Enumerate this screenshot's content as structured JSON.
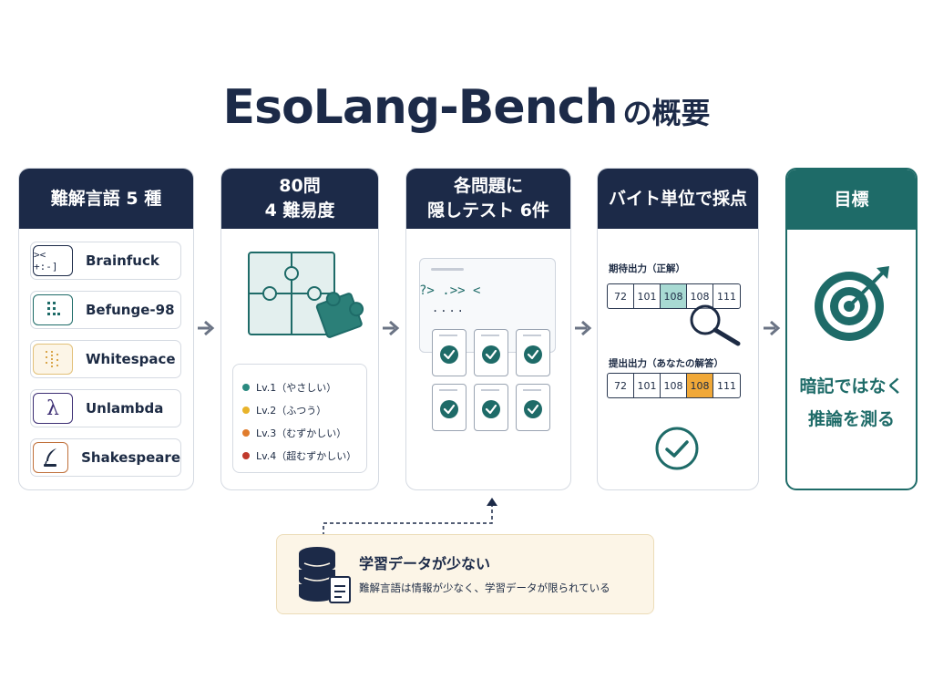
{
  "title": {
    "main": "EsoLang-Bench",
    "suffix": "の概要"
  },
  "card1": {
    "header": "難解言語 5 種",
    "languages": [
      {
        "name": "Brainfuck",
        "icon_text": ">< +:-]",
        "color": "#1c2a48"
      },
      {
        "name": "Befunge-98",
        "icon_text": "",
        "color": "#1e6b68"
      },
      {
        "name": "Whitespace",
        "icon_text": "",
        "color": "#d9a54a"
      },
      {
        "name": "Unlambda",
        "icon_text": "λ",
        "color": "#3d2f74"
      },
      {
        "name": "Shakespeare",
        "icon_text": "",
        "color": "#c0703a"
      }
    ]
  },
  "card2": {
    "header_line1": "80問",
    "header_line2": "4 難易度",
    "levels": [
      {
        "label": "Lv.1（やさしい）",
        "color": "#2a8a80"
      },
      {
        "label": "Lv.2（ふつう）",
        "color": "#e8b32a"
      },
      {
        "label": "Lv.3（むずかしい）",
        "color": "#e07c2c"
      },
      {
        "label": "Lv.4（超むずかしい）",
        "color": "#c0392b"
      }
    ]
  },
  "card3": {
    "header_line1": "各問題に",
    "header_line2": "隠しテスト 6件",
    "code_line": "?>  .>>  <",
    "code_dots": "...."
  },
  "card4": {
    "header": "バイト単位で採点",
    "expected_label": "期待出力（正解）",
    "expected_bytes": [
      "72",
      "101",
      "108",
      "108",
      "111"
    ],
    "submitted_label": "提出出力（あなたの解答）",
    "submitted_bytes": [
      "72",
      "101",
      "108",
      "108",
      "111"
    ],
    "highlight_expected": "#a8dad3",
    "highlight_submitted": "#f0a838"
  },
  "card5": {
    "header": "目標",
    "text_line1": "暗記ではなく",
    "text_line2": "推論を測る"
  },
  "note": {
    "title": "学習データが少ない",
    "description": "難解言語は情報が少なく、学習データが限られている"
  },
  "colors": {
    "navy": "#1c2a48",
    "teal": "#1e6b68"
  }
}
